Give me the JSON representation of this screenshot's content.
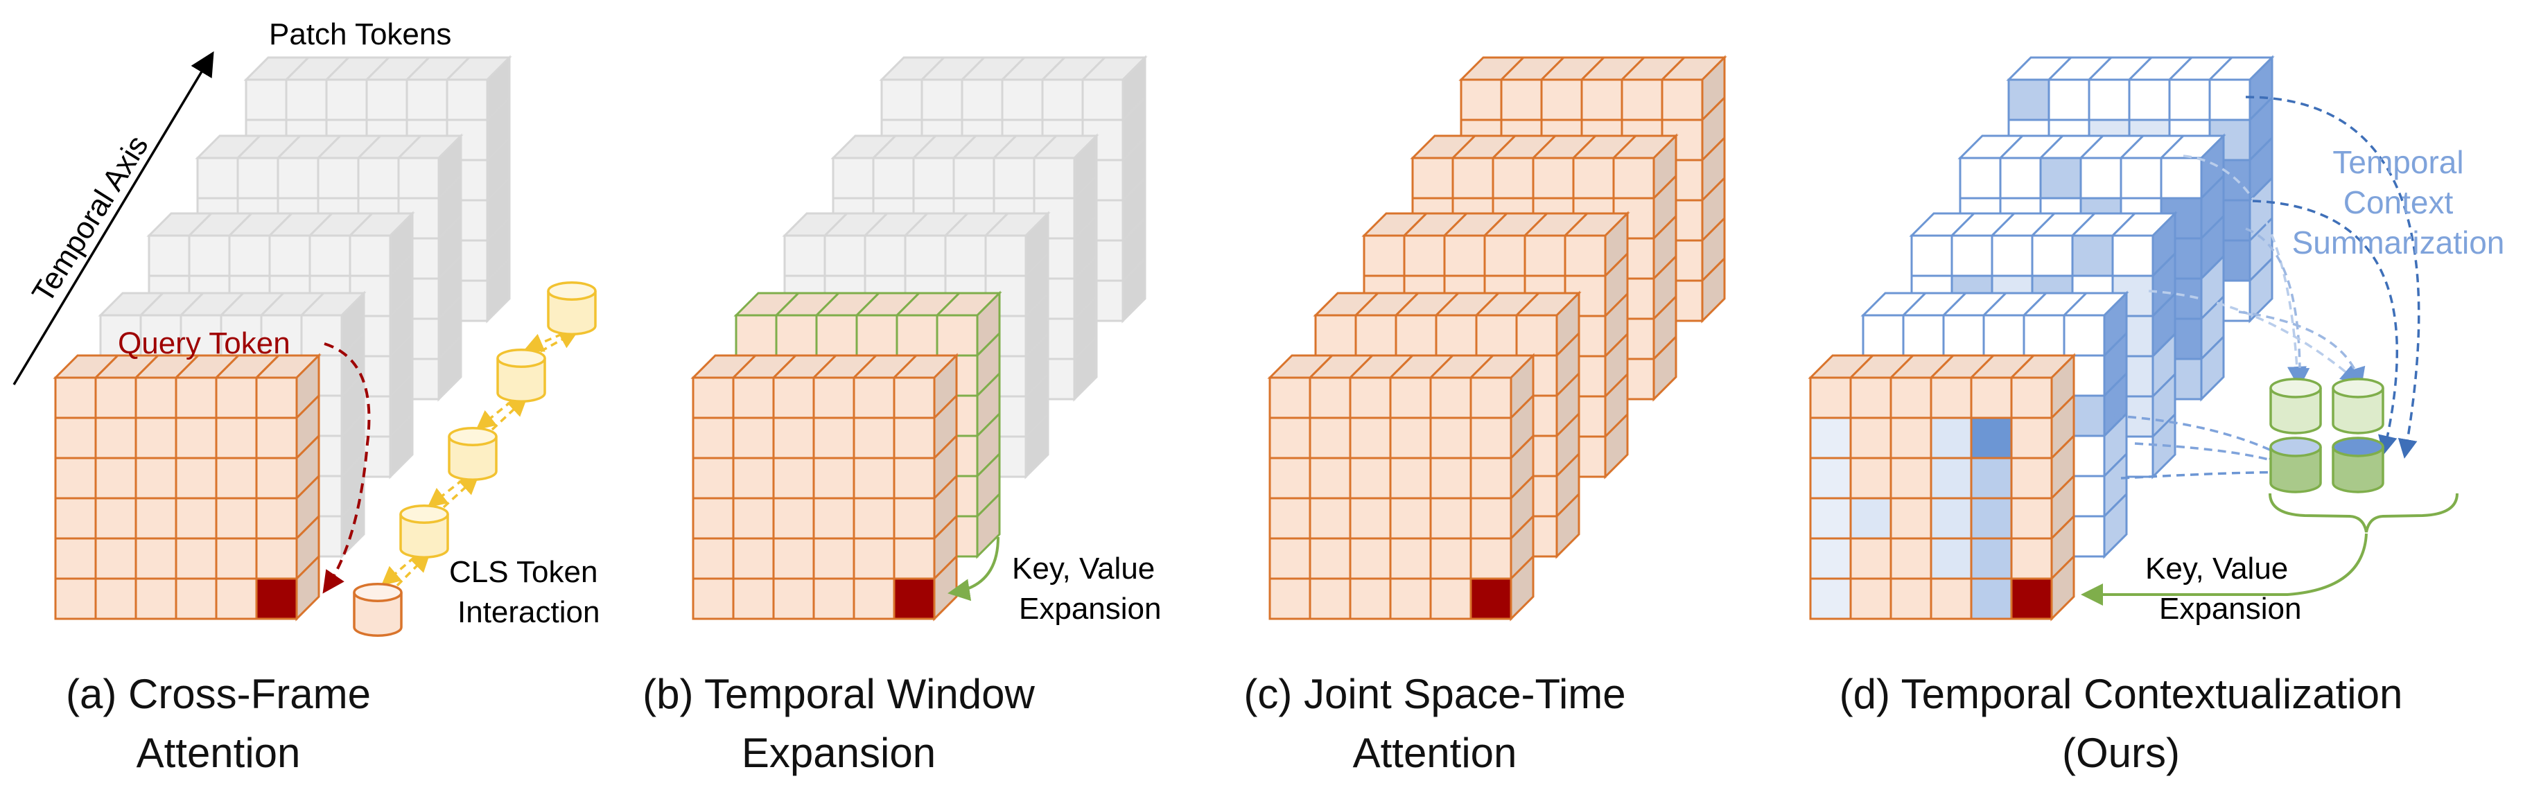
{
  "panel_a": {
    "patch_tokens_label": "Patch Tokens",
    "temporal_axis_label": "Temporal Axis",
    "query_token_label": "Query Token",
    "cls_label_line1": "CLS Token",
    "cls_label_line2": "Interaction",
    "caption_line1": "(a) Cross-Frame",
    "caption_line2": "Attention"
  },
  "panel_b": {
    "kv_label_line1": "Key, Value",
    "kv_label_line2": "Expansion",
    "caption_line1": "(b) Temporal Window",
    "caption_line2": "Expansion"
  },
  "panel_c": {
    "caption_line1": "(c) Joint Space-Time",
    "caption_line2": "Attention"
  },
  "panel_d": {
    "summary_line1": "Temporal",
    "summary_line2": "Context",
    "summary_line3": "Summarization",
    "kv_label_line1": "Key, Value",
    "kv_label_line2": "Expansion",
    "caption_line1": "(d) Temporal Contextualization",
    "caption_line2": "(Ours)"
  },
  "colors": {
    "orange_fill": "#FBE3D3",
    "orange_stroke": "#D9742C",
    "gray_fill": "#F2F2F2",
    "gray_stroke": "#D6D6D6",
    "green_stroke": "#7FAE4B",
    "query_red": "#9E0000",
    "cls_yellow": "#F2C230",
    "blue_stroke": "#6C96D4",
    "blue_label": "#7FA3DB"
  }
}
